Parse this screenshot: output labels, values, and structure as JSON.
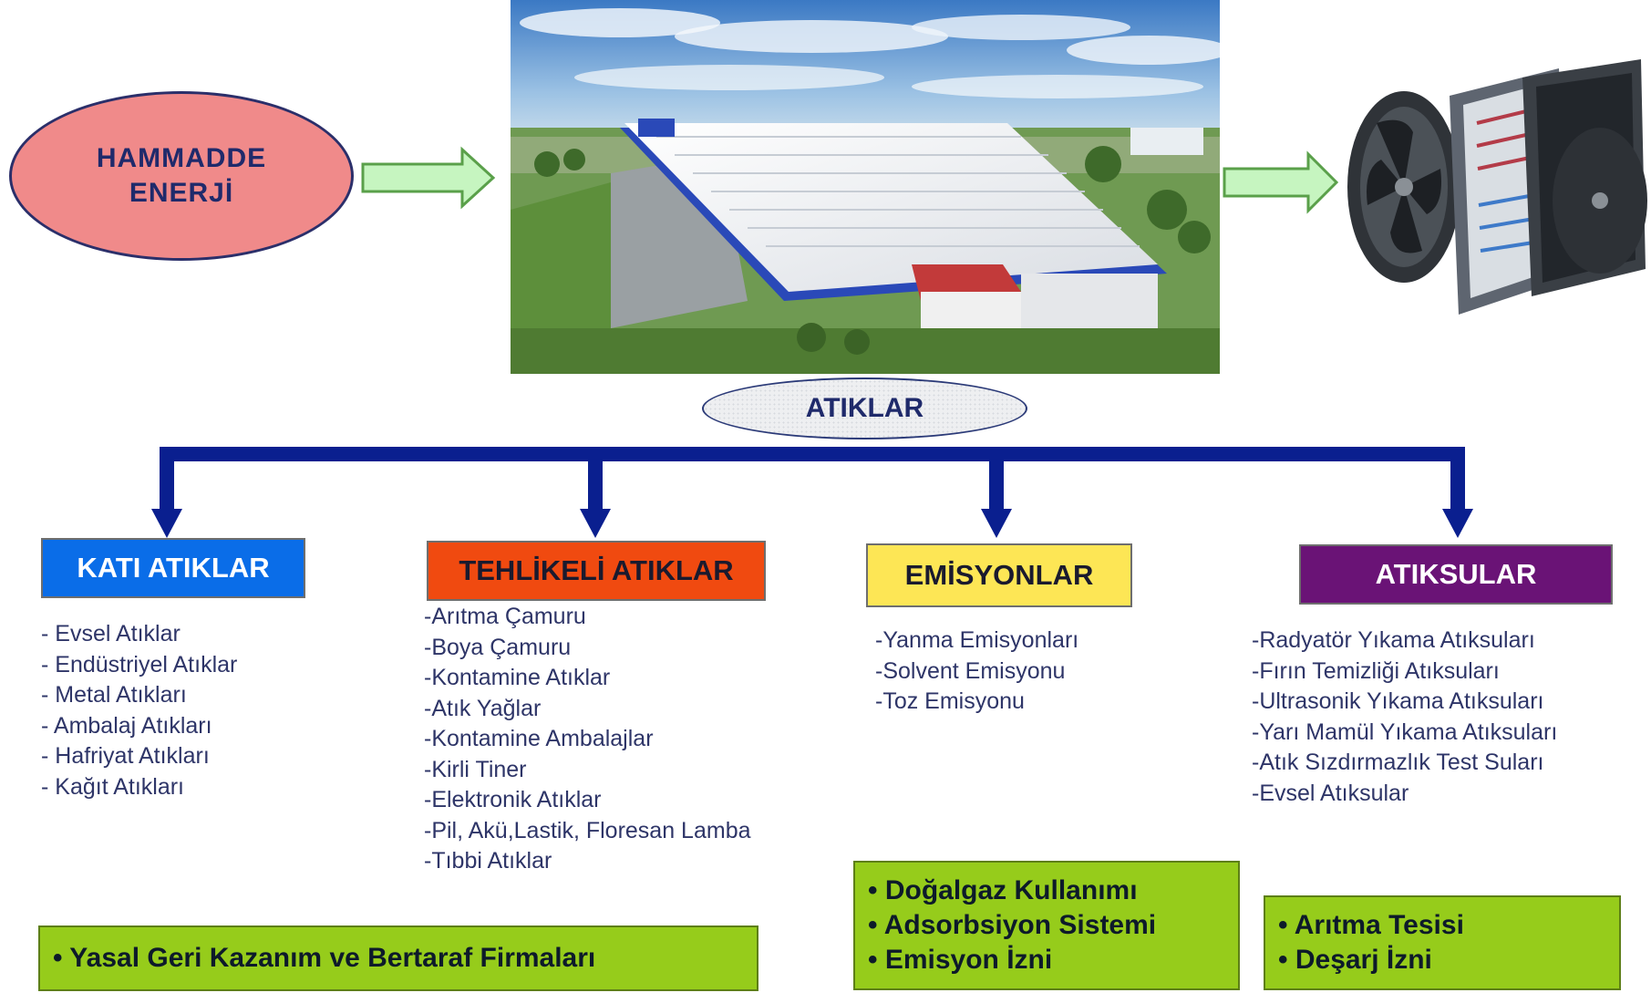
{
  "input": {
    "line1": "HAMMADDE",
    "line2": "ENERJİ"
  },
  "waste_label": "ATIKLAR",
  "categories": [
    {
      "title": "KATI ATIKLAR",
      "color": "#0a6de8",
      "text_color": "#ffffff",
      "items": [
        "- Evsel Atıklar",
        "- Endüstriyel Atıklar",
        "- Metal Atıkları",
        "- Ambalaj Atıkları",
        "- Hafriyat Atıkları",
        "- Kağıt Atıkları"
      ]
    },
    {
      "title": "TEHLİKELİ ATIKLAR",
      "color": "#f04a10",
      "text_color": "#1a1a2e",
      "items": [
        "-Arıtma Çamuru",
        "-Boya Çamuru",
        "-Kontamine Atıklar",
        "-Atık Yağlar",
        "-Kontamine Ambalajlar",
        "-Kirli Tiner",
        "-Elektronik Atıklar",
        "-Pil, Akü,Lastik, Floresan Lamba",
        "-Tıbbi Atıklar"
      ]
    },
    {
      "title": "EMİSYONLAR",
      "color": "#fde655",
      "text_color": "#1a1a2e",
      "items": [
        "-Yanma Emisyonları",
        "-Solvent Emisyonu",
        "-Toz Emisyonu"
      ]
    },
    {
      "title": "ATIKSULAR",
      "color": "#6a1376",
      "text_color": "#ffffff",
      "items": [
        "-Radyatör Yıkama  Atıksuları",
        "-Fırın Temizliği Atıksuları",
        "-Ultrasonik Yıkama Atıksuları",
        "-Yarı Mamül Yıkama Atıksuları",
        "-Atık Sızdırmazlık Test Suları",
        "-Evsel Atıksular"
      ]
    }
  ],
  "solutions": {
    "solid": [
      "• Yasal Geri Kazanım ve Bertaraf Firmaları"
    ],
    "emission": [
      "• Doğalgaz Kullanımı",
      "• Adsorbsiyon Sistemi",
      "• Emisyon İzni"
    ],
    "water": [
      "• Arıtma Tesisi",
      "• Deşarj İzni"
    ]
  },
  "colors": {
    "arrow_fill": "#c6f5c0",
    "arrow_stroke": "#5aa04a",
    "connector": "#0a1f8f",
    "solution_fill": "#96cc1b"
  }
}
